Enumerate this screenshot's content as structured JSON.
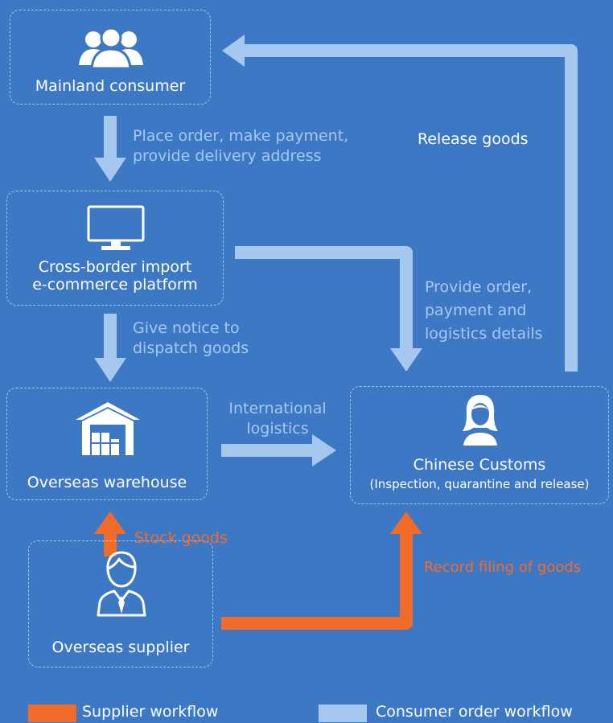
{
  "nodes": {
    "mainland_consumer": "Mainland consumer",
    "platform_line1": "Cross-border import",
    "platform_line2": "e-commerce platform",
    "overseas_warehouse": "Overseas warehouse",
    "chinese_customs": "Chinese Customs",
    "customs_subtitle": "(Inspection, quarantine and release)",
    "overseas_supplier": "Overseas supplier"
  },
  "edges": {
    "place_order_line1": "Place order, make payment,",
    "place_order_line2": "provide delivery address",
    "give_notice_line1": "Give notice to",
    "give_notice_line2": "dispatch goods",
    "international_line1": "International",
    "international_line2": "logistics",
    "provide_order_line1": "Provide order,",
    "provide_order_line2": "payment and",
    "provide_order_line3": "logistics details",
    "release_goods": "Release goods",
    "stock_goods": "Stock goods",
    "record_filing": "Record filing of goods"
  },
  "legend": {
    "supplier": "Supplier workflow",
    "consumer": "Consumer order workflow"
  },
  "colors": {
    "background": "#3d78c5",
    "consumer_flow": "#a6c8ee",
    "supplier_flow": "#f26b29"
  },
  "icons": [
    "users-icon",
    "monitor-icon",
    "warehouse-icon",
    "customs-officer-icon",
    "supplier-icon"
  ]
}
